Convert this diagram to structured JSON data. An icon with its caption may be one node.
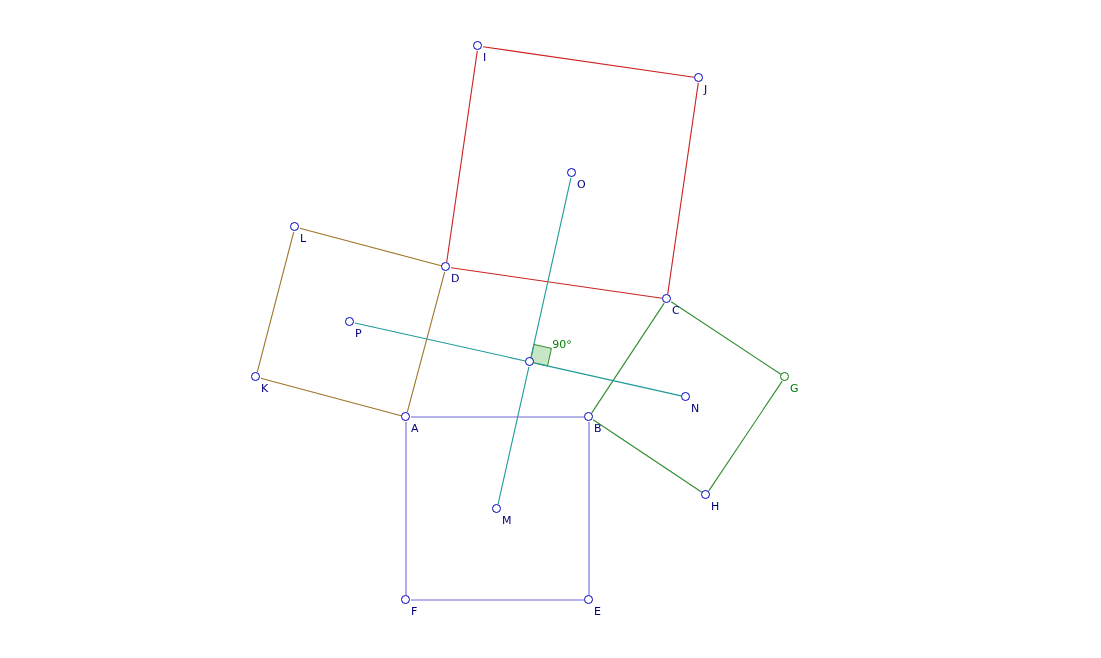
{
  "diagram": {
    "nodes": [
      {
        "text": [
          "I"
        ]
      },
      {
        "text": [
          "J"
        ]
      },
      {
        "text": [
          "O"
        ]
      },
      {
        "text": [
          "L"
        ]
      },
      {
        "text": [
          "D"
        ]
      },
      {
        "text": [
          "C"
        ]
      },
      {
        "text": [
          "P"
        ]
      },
      {
        "text": [],
        "shape": "circle"
      },
      {
        "text": [
          "G"
        ]
      },
      {
        "text": [
          "K"
        ]
      },
      {
        "text": [
          "N"
        ]
      },
      {
        "text": [
          "A"
        ]
      },
      {
        "text": [
          "B"
        ]
      },
      {
        "text": [
          "H"
        ]
      },
      {
        "text": [
          "M"
        ]
      },
      {
        "text": [
          "F"
        ]
      },
      {
        "text": [
          "E"
        ]
      }
    ],
    "edges": [
      {
        "from": 0,
        "to": 1,
        "arrow": "none",
        "color": "#cc2222"
      },
      {
        "from": 1,
        "to": 5,
        "arrow": "none",
        "color": "#cc2222"
      },
      {
        "from": 5,
        "to": 4,
        "arrow": "none",
        "color": "#cc2222"
      },
      {
        "from": 4,
        "to": 0,
        "arrow": "none",
        "color": "#cc2222"
      },
      {
        "from": 4,
        "to": 3,
        "arrow": "none",
        "color": "#a07428"
      },
      {
        "from": 3,
        "to": 9,
        "arrow": "none",
        "color": "#a07428"
      },
      {
        "from": 9,
        "to": 11,
        "arrow": "none",
        "color": "#a07428"
      },
      {
        "from": 11,
        "to": 4,
        "arrow": "none",
        "color": "#a07428"
      },
      {
        "from": 5,
        "to": 8,
        "arrow": "none",
        "color": "#2e8b2e"
      },
      {
        "from": 8,
        "to": 13,
        "arrow": "none",
        "color": "#2e8b2e"
      },
      {
        "from": 13,
        "to": 12,
        "arrow": "none",
        "color": "#2e8b2e"
      },
      {
        "from": 12,
        "to": 5,
        "arrow": "none",
        "color": "#2e8b2e"
      },
      {
        "from": 11,
        "to": 12,
        "arrow": "none",
        "color": "#6a6ad6"
      },
      {
        "from": 12,
        "to": 16,
        "arrow": "none",
        "color": "#6a6ad6"
      },
      {
        "from": 16,
        "to": 15,
        "arrow": "none",
        "color": "#6a6ad6"
      },
      {
        "from": 15,
        "to": 11,
        "arrow": "none",
        "color": "#6a6ad6"
      },
      {
        "from": 2,
        "to": 7,
        "arrow": "none",
        "color": "#1f9a9a"
      },
      {
        "from": 7,
        "to": 14,
        "arrow": "none",
        "color": "#1f9a9a"
      },
      {
        "from": 6,
        "to": 7,
        "arrow": "none",
        "color": "#1f9a9a"
      },
      {
        "from": 7,
        "to": 10,
        "arrow": "none",
        "color": "#1f9a9a"
      }
    ],
    "labels": [
      "90°"
    ]
  }
}
